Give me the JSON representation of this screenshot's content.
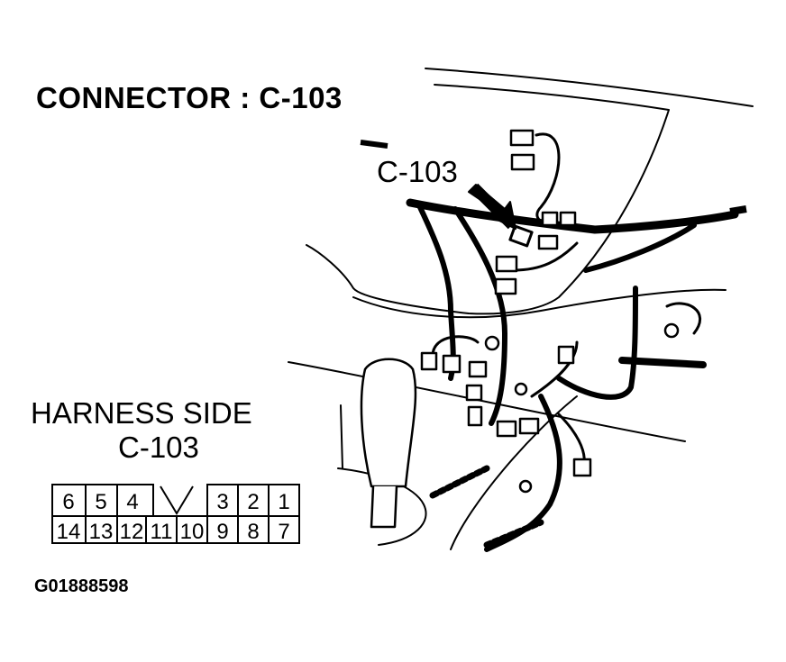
{
  "title": "CONNECTOR : C-103",
  "callout_label": "C-103",
  "harness": {
    "heading": "HARNESS SIDE",
    "connector": "C-103",
    "top_row": [
      "6",
      "5",
      "4",
      "",
      "3",
      "2",
      "1"
    ],
    "bottom_row": [
      "14",
      "13",
      "12",
      "11",
      "10",
      "9",
      "8",
      "7"
    ]
  },
  "figure_id": "G01888598"
}
